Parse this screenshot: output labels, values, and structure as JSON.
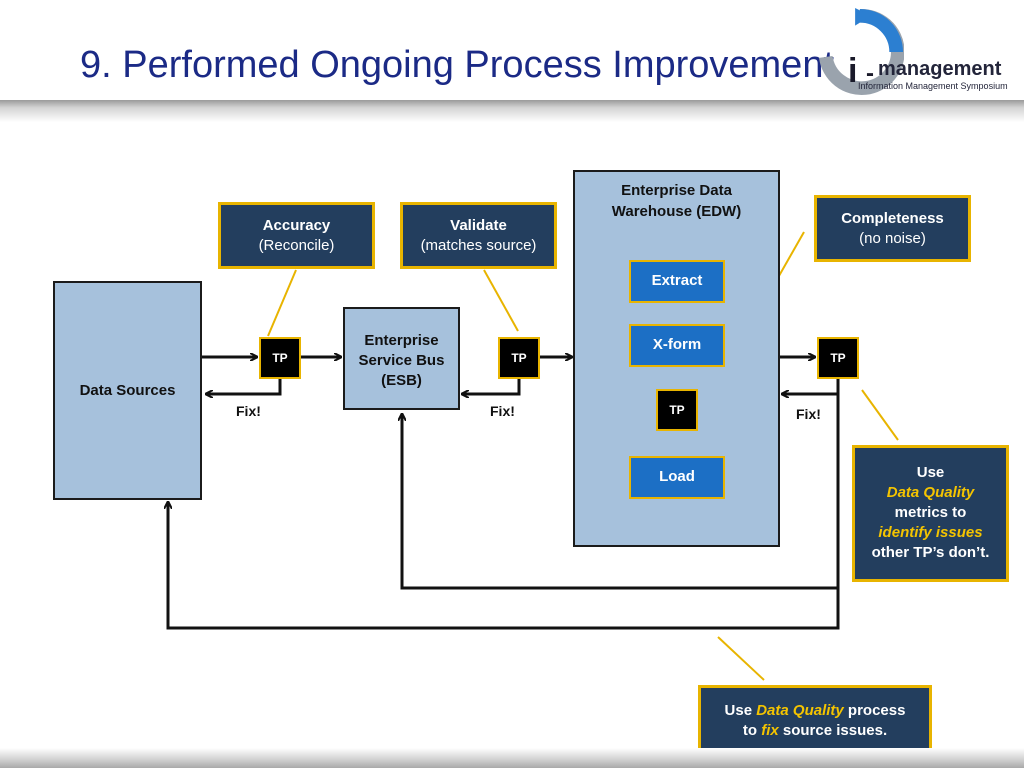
{
  "slide": {
    "title": "9. Performed Ongoing Process Improvement"
  },
  "logo": {
    "letter": "i",
    "dash": "-",
    "word": "management",
    "subtitle": "Information Management Symposium",
    "colors": {
      "swirl_blue": "#2c7fd1",
      "swirl_grey": "#9aa3ad"
    }
  },
  "diagram": {
    "data_sources": "Data Sources",
    "esb": {
      "line1": "Enterprise",
      "line2": "Service Bus",
      "line3": "(ESB)"
    },
    "edw": {
      "line1": "Enterprise Data",
      "line2": "Warehouse (EDW)"
    },
    "steps": {
      "extract": "Extract",
      "xform": "X-form",
      "load": "Load"
    },
    "tp_label": "TP",
    "fix_label": "Fix!",
    "callouts": {
      "accuracy": {
        "title": "Accuracy",
        "sub": "(Reconcile)"
      },
      "validate": {
        "title": "Validate",
        "sub": "(matches source)"
      },
      "completeness": {
        "title": "Completeness",
        "sub": "(no noise)"
      },
      "use_dq": {
        "use": "Use",
        "dq": "Data Quality",
        "metrics_to": "metrics to",
        "identify": "identify issues",
        "other": "other TP’s don’t."
      },
      "use_process": {
        "use": "Use",
        "dq": "Data Quality",
        "process": "process",
        "to": "to",
        "fix": "fix",
        "rest": "source issues."
      }
    },
    "colors": {
      "light_box": "#a6c1dc",
      "dark_box": "#233e5e",
      "accent": "#e8b400",
      "step_blue": "#1c6fc5",
      "title_navy": "#1b2a86"
    }
  }
}
